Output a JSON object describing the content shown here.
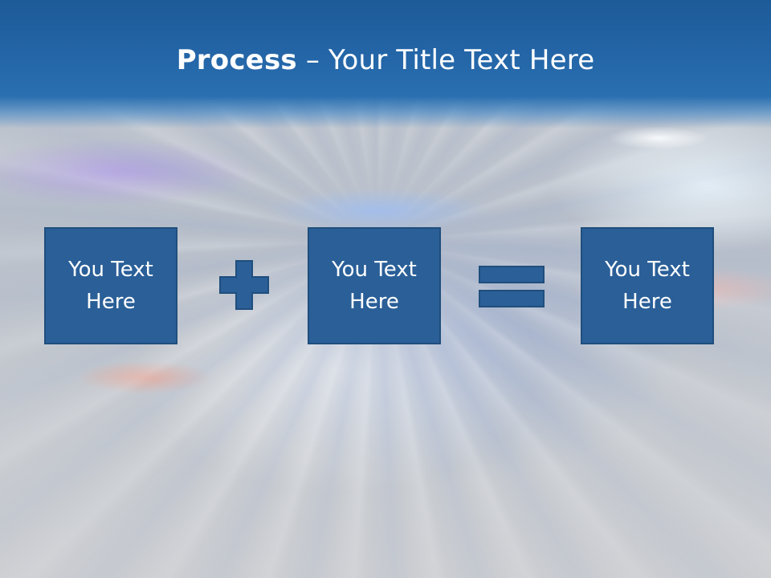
{
  "slide": {
    "title_bold": "Process",
    "title_rest": " – Your Title Text Here",
    "boxes": [
      {
        "text": "You Text Here"
      },
      {
        "text": "You Text Here"
      },
      {
        "text": "You Text Here"
      }
    ],
    "operators": [
      "plus-icon",
      "equals-icon"
    ]
  },
  "colors": {
    "header": "#2466a8",
    "box_fill": "#2a5f98",
    "box_border": "#1f4e7c",
    "text": "#ffffff"
  }
}
